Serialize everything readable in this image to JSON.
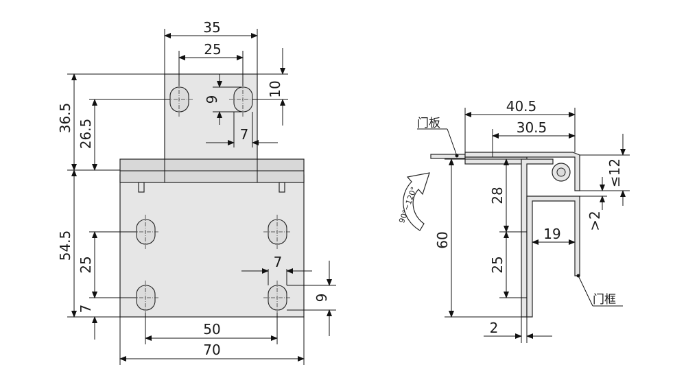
{
  "front_view": {
    "dims": {
      "w35": "35",
      "w25": "25",
      "h10": "10",
      "d9_top": "9",
      "d7_top": "7",
      "h36_5": "36.5",
      "h26_5": "26.5",
      "h54_5": "54.5",
      "h25": "25",
      "h7": "7",
      "d7_bottom": "7",
      "d9_bottom": "9",
      "w50": "50",
      "w70": "70"
    }
  },
  "side_view": {
    "dims": {
      "w40_5": "40.5",
      "w30_5": "30.5",
      "h28": "28",
      "h60": "60",
      "h25": "25",
      "w19": "19",
      "w2": "2",
      "le12": "≤12",
      "gt2": ">2"
    },
    "labels": {
      "door_panel": "门板",
      "door_frame": "门框",
      "rotation": "90°~120°"
    }
  }
}
